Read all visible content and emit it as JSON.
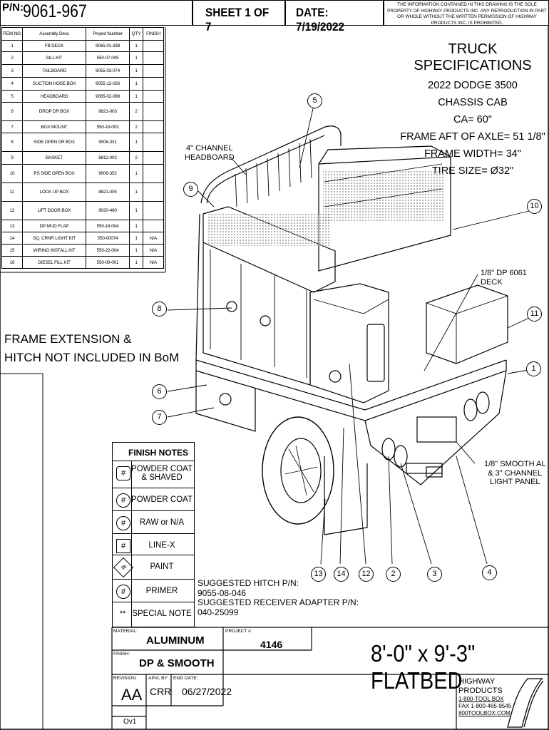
{
  "header": {
    "pn_label": "P/N:",
    "pn_value": "9061-967",
    "sheet": "SHEET 1 OF 7",
    "date": "DATE: 7/19/2022",
    "notice": "The information contained in this drawing is the sole property of Highway Products Inc. Any reproduction in part or whole without the written permission of Highway Products Inc. is prohibited."
  },
  "bom": {
    "headers": [
      "ITEM NO.",
      "Assembly Desc",
      "Project Number",
      "QTY",
      "FINISH"
    ],
    "rows": [
      [
        "1",
        "FB DECK",
        "9065-01-338",
        "1",
        ""
      ],
      [
        "2",
        "SILL KIT",
        "550-07-005",
        "1",
        ""
      ],
      [
        "3",
        "TAILBOARD",
        "9055-03-074",
        "1",
        ""
      ],
      [
        "4",
        "SUCTION HOSE BOX",
        "9055-12-026",
        "1",
        ""
      ],
      [
        "5",
        "HEADBOARD",
        "9065-02-088",
        "1",
        ""
      ],
      [
        "6",
        "DROP DR BOX",
        "8821-003",
        "2",
        ""
      ],
      [
        "7",
        "BOX MOUNT",
        "550-19-003",
        "2",
        ""
      ],
      [
        "8",
        "SIDE OPEN DR BOX",
        "9006-331",
        "1",
        ""
      ],
      [
        "9",
        "BASKET",
        "8812-002",
        "2",
        ""
      ],
      [
        "10",
        "PS SIDE OPEN BOX",
        "9006-352",
        "1",
        ""
      ],
      [
        "11",
        "LOCK UP BOX",
        "8821-005",
        "1",
        ""
      ],
      [
        "12",
        "LIFT DOOR BOX",
        "9020-460",
        "1",
        ""
      ],
      [
        "13",
        "DP MUD FLAP",
        "550-18-004",
        "1",
        ""
      ],
      [
        "14",
        "SQ. CRNR LIGHT KIT",
        "550-00074",
        "1",
        "N/A"
      ],
      [
        "15",
        "WIRING INSTALL KIT",
        "550-22-004",
        "1",
        "N/A"
      ],
      [
        "16",
        "DIESEL FILL KIT",
        "550-09-001",
        "1",
        "N/A"
      ]
    ]
  },
  "specs": {
    "title": "TRUCK SPECIFICATIONS",
    "lines": [
      "2022 DODGE 3500",
      "CHASSIS CAB",
      "CA=  60\"",
      "FRAME AFT OF AXLE= 51 1/8\"",
      "FRAME WIDTH= 34\"",
      "TIRE SIZE= Ø32\""
    ]
  },
  "frame_note": [
    "FRAME EXTENSION &",
    "HITCH NOT INCLUDED IN BoM"
  ],
  "callouts": {
    "channel": [
      "4\" CHANNEL",
      "HEADBOARD"
    ],
    "deck": "1/8\" DP 6061 DECK",
    "light": [
      "1/8\" SMOOTH AL",
      "& 3\" CHANNEL",
      "LIGHT PANEL"
    ],
    "balloons": [
      "1",
      "2",
      "3",
      "4",
      "5",
      "6",
      "7",
      "8",
      "9",
      "10",
      "11",
      "12",
      "13",
      "14"
    ]
  },
  "finish_notes": {
    "title": "FINISH NOTES",
    "items": [
      {
        "symbol": "#",
        "label": "POWDER COAT & SHAVED"
      },
      {
        "symbol": "#",
        "label": "POWDER COAT"
      },
      {
        "symbol": "#",
        "label": "RAW or N/A"
      },
      {
        "symbol": "#",
        "label": "LINE-X"
      },
      {
        "symbol": "#",
        "label": "PAINT"
      },
      {
        "symbol": "#",
        "label": "PRIMER"
      },
      {
        "symbol": "**",
        "label": "SPECIAL NOTE"
      }
    ]
  },
  "suggested": [
    "SUGGESTED HITCH P/N:",
    "9055-08-046",
    "SUGGESTED RECEIVER ADAPTER P/N:",
    "040-25099"
  ],
  "title_block": {
    "material_label": "MATERIAL:",
    "material": "ALUMINUM",
    "project_label": "PROJECT #:",
    "project": "4146",
    "finish_label": "FINISH:",
    "finish": "DP & SMOOTH",
    "revision_label": "REVISION:",
    "revision": "AA",
    "revision_sub": "Ov1",
    "apvl_label": "APVL BY:",
    "apvl": "CRR",
    "eng_label": "ENG DATE:",
    "eng_date": "06/27/2022",
    "title": "8'-0\" x 9'-3\"  FLATBED"
  },
  "company": {
    "name1": "HIGHWAY",
    "name2": "PRODUCTS",
    "phone": "1-800-TOOL BOX",
    "fax": "FAX 1-800-465-9545",
    "web": "800TOOLBOX.COM"
  }
}
